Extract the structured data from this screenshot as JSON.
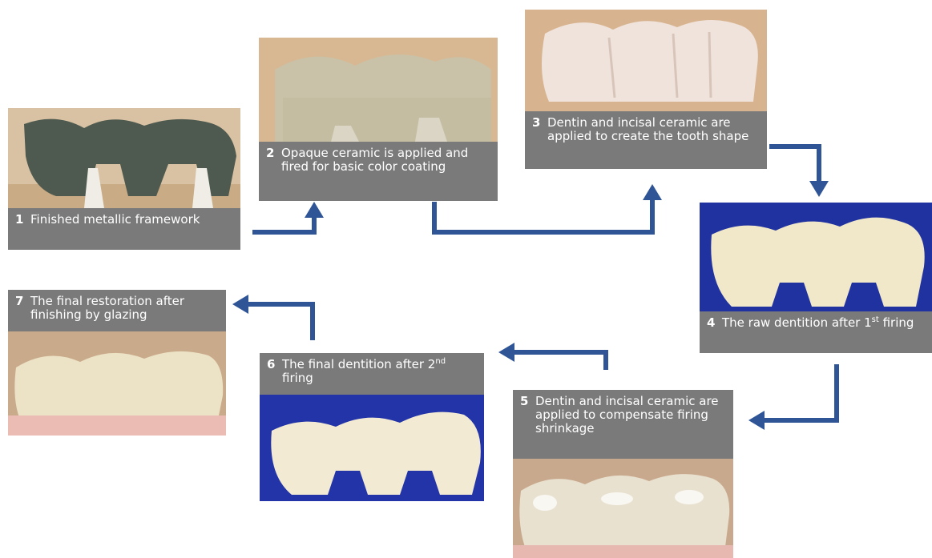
{
  "steps": [
    {
      "number": "1",
      "text": "Finished metallic framework"
    },
    {
      "number": "2",
      "text": "Opaque ceramic is applied and fired for basic color coating"
    },
    {
      "number": "3",
      "text": "Dentin and incisal ceramic are applied to create the tooth shape"
    },
    {
      "number": "4",
      "text_before": "The raw dentition after 1",
      "sup": "st",
      "text_after": " firing"
    },
    {
      "number": "5",
      "text": "Dentin and incisal ceramic are applied to compensate firing shrinkage"
    },
    {
      "number": "6",
      "text_before": "The final dentition after 2",
      "sup": "nd",
      "text_after": " firing"
    },
    {
      "number": "7",
      "text": "The final restoration after finishing by glazing"
    }
  ],
  "colors": {
    "arrow": "#2f5597",
    "caption_bg": "#7a7a7a",
    "caption_text": "#ffffff"
  }
}
